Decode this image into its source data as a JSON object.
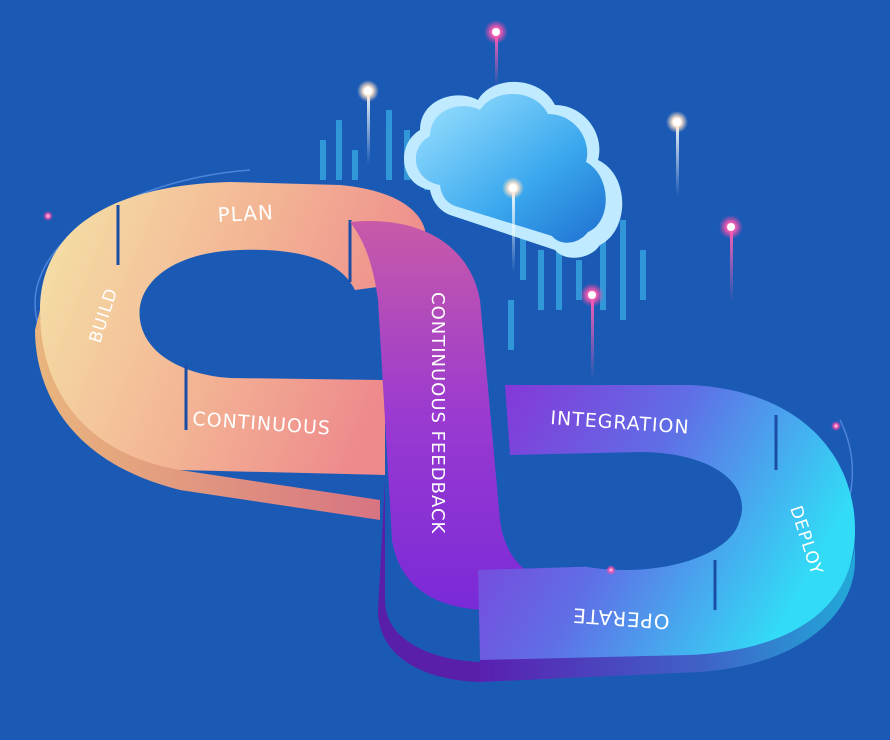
{
  "diagram": {
    "labels": {
      "plan": "PLAN",
      "build": "BUILD",
      "continuous": "CONTINUOUS",
      "continuous_feedback": "CONTINUOUS FEEDBACK",
      "integration": "INTEGRATION",
      "deploy": "DEPLOY",
      "operate": "OPERATE"
    }
  },
  "colors": {
    "background": "#1a5ab5",
    "warm_start": "#f5e0a5",
    "warm_end": "#ef8f8a",
    "purple": "#8a2fd8",
    "blue_end": "#35d9f5",
    "pin_pink": "#ff3fa0",
    "pin_white": "#ffffff",
    "cloud": "#7fd0ff"
  },
  "icons": {
    "cloud": "cloud-icon",
    "pins": "signal-pin-icon"
  }
}
